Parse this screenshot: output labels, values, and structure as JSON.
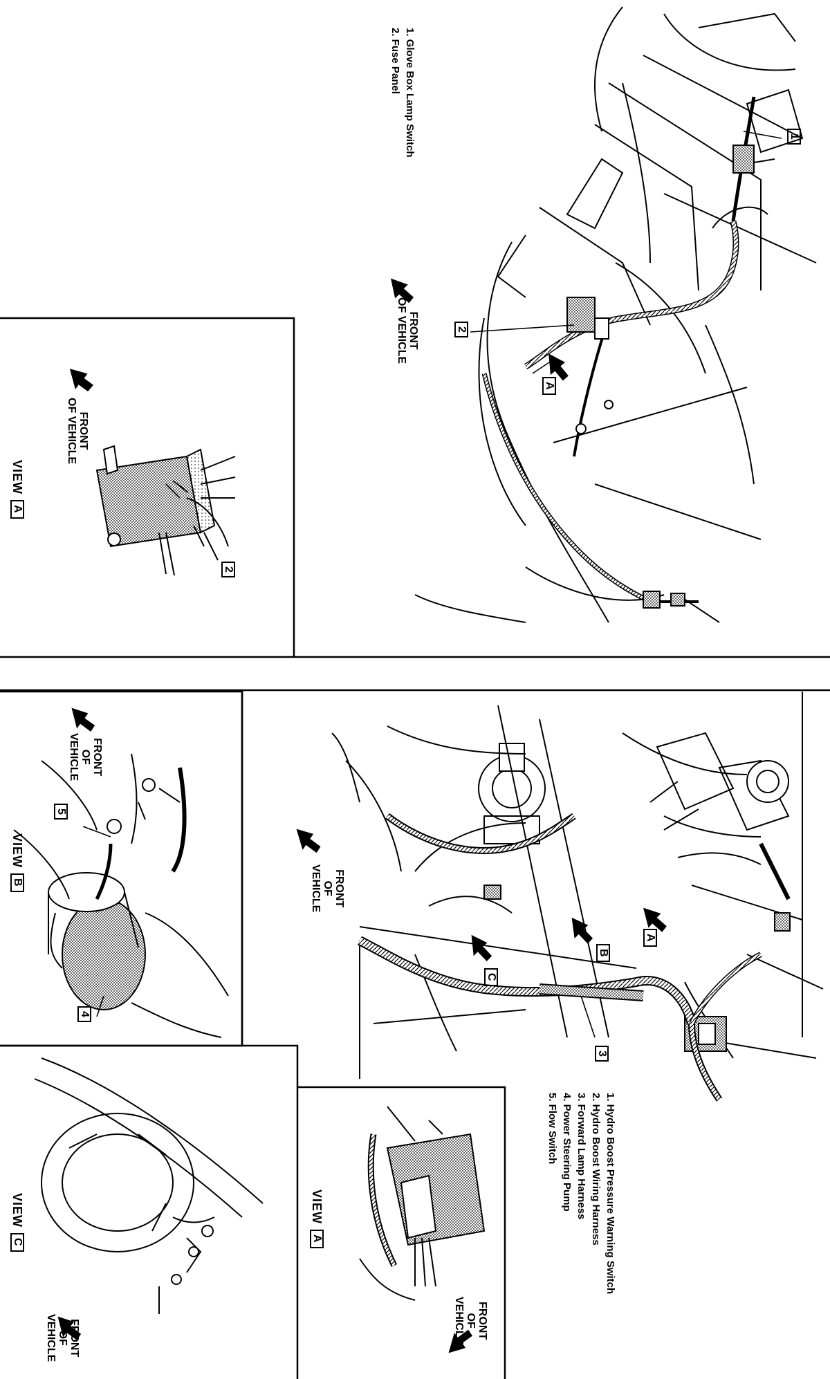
{
  "diagram": {
    "top_legend": {
      "items": [
        "1. Glove Box Lamp Switch",
        "2. Fuse Panel"
      ]
    },
    "bottom_legend": {
      "items": [
        "1. Hydro Boost Pressure Warning Switch",
        "2. Hydro Boost Wiring Harness",
        "3. Forward Lamp Harness",
        "4. Power Steering Pump",
        "5. Flow Switch"
      ]
    },
    "front_of_vehicle": {
      "two_line": [
        "FRONT",
        "OF VEHICLE"
      ],
      "three_line": [
        "FRONT",
        "OF",
        "VEHICLE"
      ]
    },
    "views": {
      "prefix": "VIEW",
      "a": "A",
      "b": "B",
      "c": "C"
    },
    "callouts": {
      "one": "1",
      "two": "2",
      "three": "3",
      "four": "4",
      "five": "5",
      "a": "A",
      "b": "B",
      "c": "C"
    }
  }
}
